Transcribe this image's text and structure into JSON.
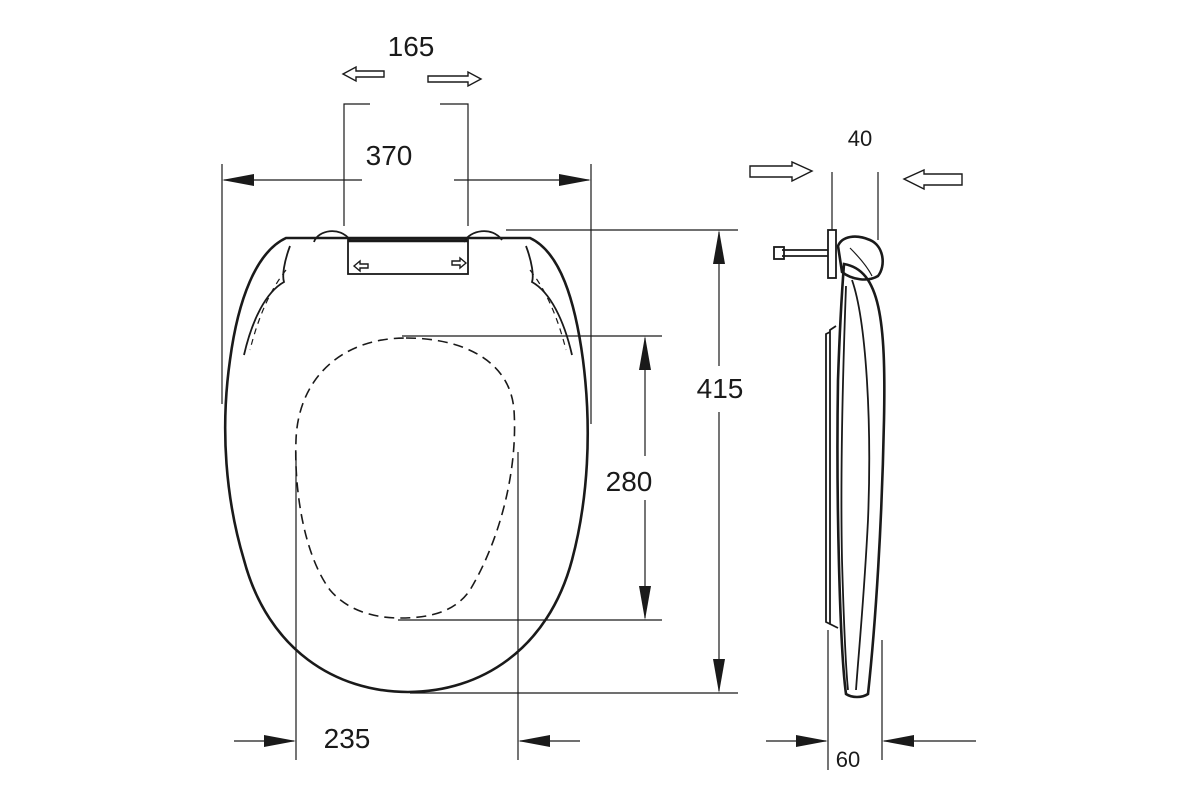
{
  "dimensions": {
    "hinge_adjust": "165",
    "width": "370",
    "length": "415",
    "opening_length": "280",
    "opening_width": "235",
    "side_top": "40",
    "side_bottom": "60"
  }
}
